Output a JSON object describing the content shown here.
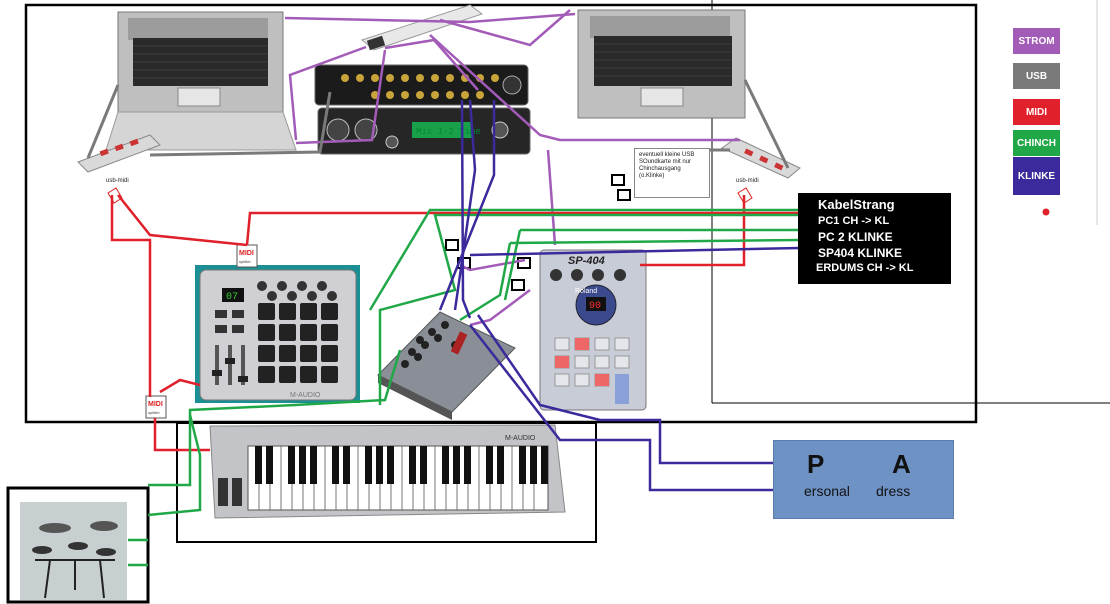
{
  "legend": {
    "items": [
      {
        "label": "STROM",
        "color": "#a35bb8",
        "text_color": "#ffffff"
      },
      {
        "label": "USB",
        "color": "#7a7a7a",
        "text_color": "#ffffff"
      },
      {
        "label": "MIDI",
        "color": "#e0202a",
        "text_color": "#ffffff"
      },
      {
        "label": "CHINCH",
        "color": "#20a848",
        "text_color": "#ffffff"
      },
      {
        "label": "KLINKE",
        "color": "#3a2a9c",
        "text_color": "#ffffff"
      }
    ]
  },
  "kabelstrang": {
    "title": "KabelStrang",
    "lines": [
      "PC1 CH -> KL",
      "PC 2 KLINKE",
      "SP404 KLINKE",
      "ERDUMS CH -> KL"
    ]
  },
  "pa": {
    "letter_p": "P",
    "letter_a": "A",
    "word_p": "ersonal",
    "word_a": "dress"
  },
  "soundcard_note": {
    "text": "eventuell kleine USB SOundkarte mit nur Chinchausgang (o.Klinke)"
  },
  "labels": {
    "usb_midi_left": "usb-midi",
    "usb_midi_right": "usb-midi",
    "midi_splitter": "MIDI",
    "midi_splitter_sub": "splitter",
    "sp404_title": "SP-404",
    "sp404_brand": "Roland",
    "pad_display": "07",
    "sampler_display": "90",
    "keyboard_brand": "M-AUDIO",
    "pad_brand": "M-AUDIO",
    "interface_display": "Mix 1-2  Time"
  },
  "colors": {
    "strom": "#a35bb8",
    "usb": "#7a7a7a",
    "midi": "#e0202a",
    "chinch": "#20a848",
    "klinke": "#3a2a9c"
  }
}
